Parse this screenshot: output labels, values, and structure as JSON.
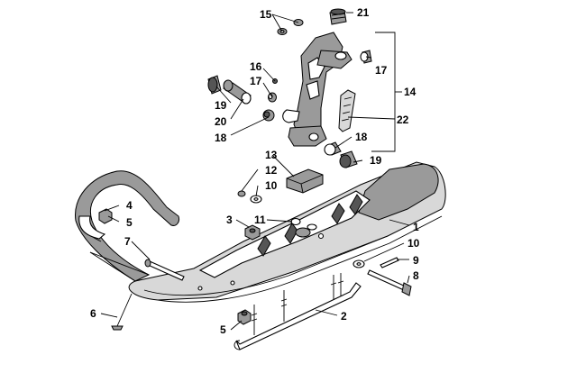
{
  "diagram": {
    "callouts": [
      {
        "id": "c1",
        "text": "1"
      },
      {
        "id": "c2",
        "text": "2"
      },
      {
        "id": "c3",
        "text": "3"
      },
      {
        "id": "c4",
        "text": "4"
      },
      {
        "id": "c5a",
        "text": "5"
      },
      {
        "id": "c5b",
        "text": "5"
      },
      {
        "id": "c6",
        "text": "6"
      },
      {
        "id": "c7",
        "text": "7"
      },
      {
        "id": "c8",
        "text": "8"
      },
      {
        "id": "c9",
        "text": "9"
      },
      {
        "id": "c10a",
        "text": "10"
      },
      {
        "id": "c10b",
        "text": "10"
      },
      {
        "id": "c11",
        "text": "11"
      },
      {
        "id": "c12",
        "text": "12"
      },
      {
        "id": "c13",
        "text": "13"
      },
      {
        "id": "c14",
        "text": "14"
      },
      {
        "id": "c15",
        "text": "15"
      },
      {
        "id": "c16",
        "text": "16"
      },
      {
        "id": "c17a",
        "text": "17"
      },
      {
        "id": "c17b",
        "text": "17"
      },
      {
        "id": "c18a",
        "text": "18"
      },
      {
        "id": "c18b",
        "text": "18"
      },
      {
        "id": "c19a",
        "text": "19"
      },
      {
        "id": "c19b",
        "text": "19"
      },
      {
        "id": "c20",
        "text": "20"
      },
      {
        "id": "c21",
        "text": "21"
      },
      {
        "id": "c22",
        "text": "22"
      }
    ]
  }
}
